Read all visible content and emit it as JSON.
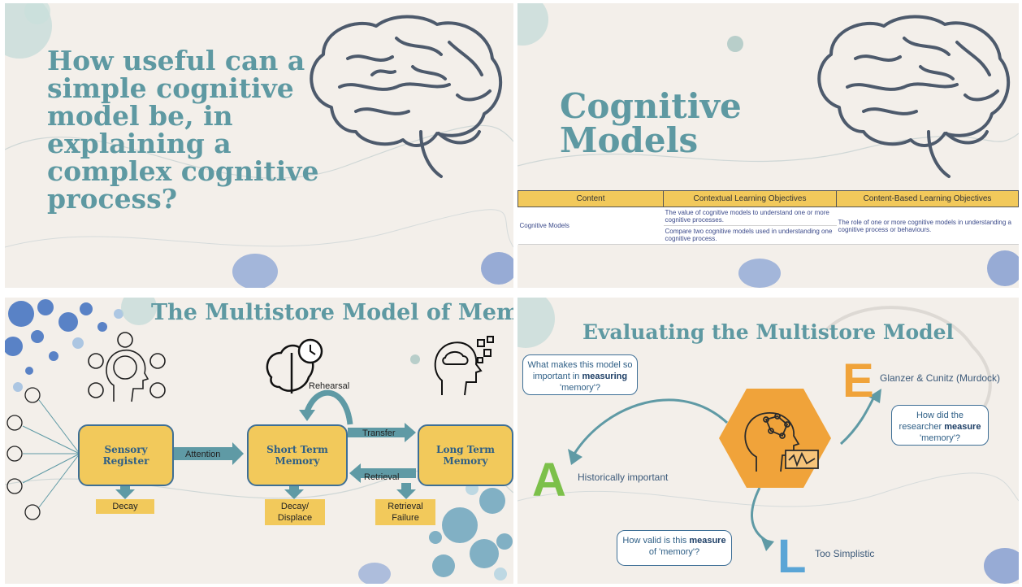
{
  "slide1": {
    "title": "How useful can a simple cognitive model be, in explaining a complex cognitive process?"
  },
  "slide2": {
    "title_line1": "Cognitive",
    "title_line2": "Models",
    "table": {
      "headers": [
        "Content",
        "Contextual Learning Objectives",
        "Content-Based Learning Objectives"
      ],
      "content": "Cognitive Models",
      "contextual_1": "The value of cognitive models to understand one or more cognitive processes.",
      "contextual_2": "Compare two cognitive models used in understanding one cognitive process.",
      "content_based": "The role of one or more cognitive models in understanding a cognitive process or behaviours."
    }
  },
  "slide3": {
    "title": "The Multistore Model of Memory",
    "boxes": {
      "sensory": "Sensory Register",
      "stm_1": "Short Term",
      "stm_2": "Memory",
      "ltm_1": "Long Term",
      "ltm_2": "Memory"
    },
    "arrows": {
      "attention": "Attention",
      "rehearsal": "Rehearsal",
      "transfer": "Transfer",
      "retrieval": "Retrieval"
    },
    "outcomes": {
      "decay": "Decay",
      "displace_1": "Decay/",
      "displace_2": "Displace",
      "failure_1": "Retrieval",
      "failure_2": "Failure"
    }
  },
  "slide4": {
    "title": "Evaluating the Multistore Model",
    "bubble_top_left": {
      "pre": "What makes this model so important in ",
      "bold": "measuring",
      "post": " 'memory'?"
    },
    "bubble_right": {
      "pre": "How did the researcher ",
      "bold": "measure",
      "post": " 'memory'?"
    },
    "bubble_bottom": {
      "pre": "How valid is this ",
      "bold": "measure",
      "post": " of 'memory'?"
    },
    "letters": [
      {
        "letter": "E",
        "text": "Glanzer & Cunitz (Murdock)",
        "color": "#f0a33a"
      },
      {
        "letter": "A",
        "text": "Historically important",
        "color": "#7cc04a"
      },
      {
        "letter": "L",
        "text": "Too Simplistic",
        "color": "#5aa5d6"
      }
    ]
  },
  "colors": {
    "title_teal": "#5e99a2",
    "box_yellow": "#f2c95b",
    "arrow_teal": "#5f9aa5",
    "hexagon_orange": "#f0a33a"
  }
}
